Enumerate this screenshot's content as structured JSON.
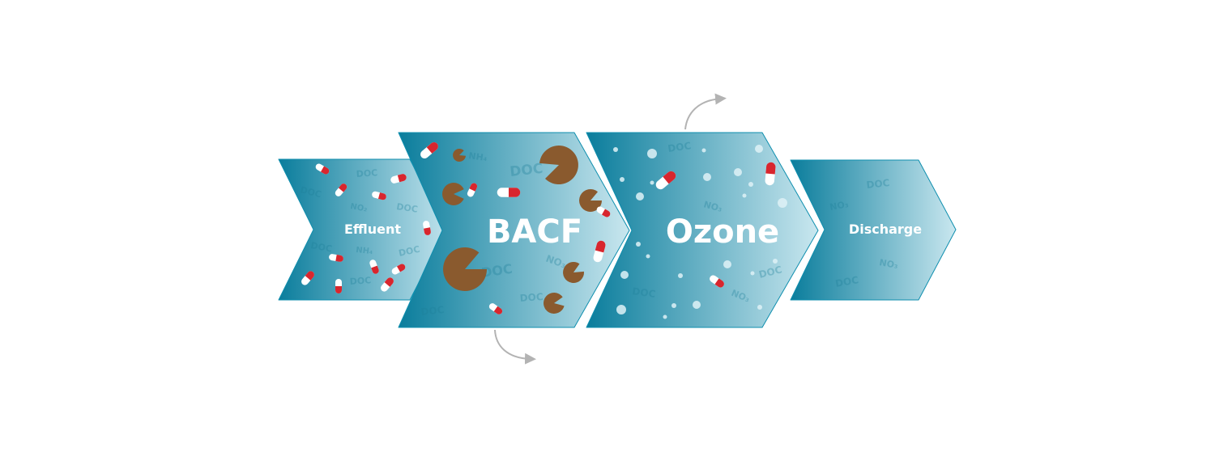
{
  "stages": [
    {
      "label": "Effluent"
    },
    {
      "label": "BACF"
    },
    {
      "label": "Ozone"
    },
    {
      "label": "Discharge"
    }
  ],
  "background_terms": {
    "effluent": [
      "DOC",
      "DOC",
      "NO₂",
      "DOC",
      "DOC",
      "NH₄",
      "DOC",
      "DOC"
    ],
    "bacf": [
      "NH₄",
      "DOC",
      "NO₃",
      "DOC",
      "DOC",
      "DOC"
    ],
    "ozone": [
      "DOC",
      "NO₃",
      "DOC",
      "NO₃",
      "DOC"
    ],
    "discharge": [
      "DOC",
      "NO₃",
      "NO₃",
      "DOC"
    ]
  },
  "colors": {
    "arrow_dark": "#0a7d9c",
    "arrow_light": "#c9e7ef",
    "pill_red": "#d8262e",
    "pill_white": "#ffffff",
    "microbe_brown": "#8a5a2e",
    "bubble": "#dff2f7",
    "side_arrow": "#b3b3b3"
  },
  "icons": [
    "pharmaceutical-pill-icon",
    "microbe-pacman-icon",
    "ozone-bubble-icon",
    "output-curved-arrow-icon"
  ]
}
